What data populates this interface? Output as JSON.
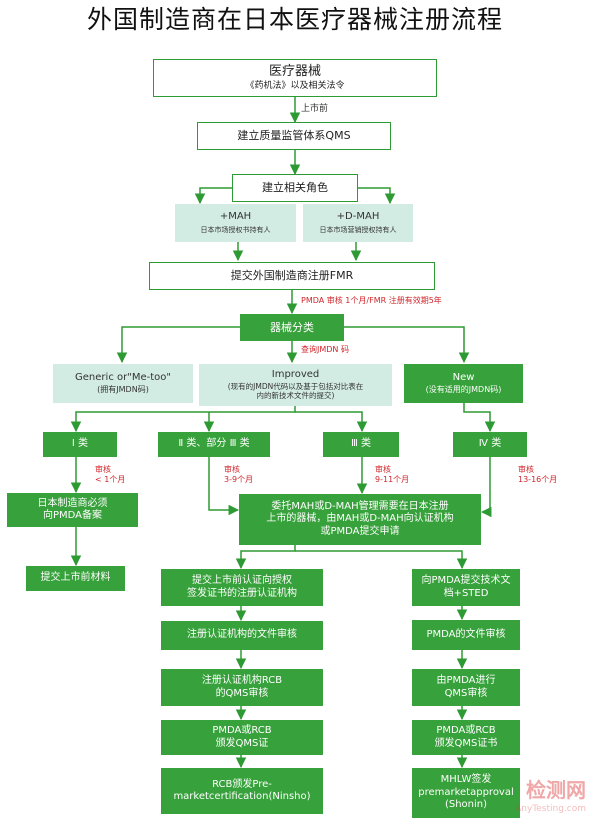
{
  "title": "外国制造商在日本医疗器械注册流程",
  "boxes": {
    "device": {
      "line1": "医疗器械",
      "line2": "《药机法》以及相关法令"
    },
    "qms": "建立质量监管体系QMS",
    "roles": "建立相关角色",
    "mah": {
      "line1": "+MAH",
      "line2": "日本市场授权书持有人"
    },
    "dmah": {
      "line1": "+D-MAH",
      "line2": "日本市场营销授权持有人"
    },
    "fmr": "提交外国制造商注册FMR",
    "classify": "器械分类",
    "generic": {
      "line1": "Generic or\"Me-too\"",
      "line2": "(拥有JMDN码)"
    },
    "improved": {
      "line1": "Improved",
      "line2": "(现有的JMDN代码以及基于包括对比表在",
      "line3": "内的新技术文件的提交)"
    },
    "new": {
      "line1": "New",
      "line2": "(没有适用的JMDN码)"
    },
    "class1": "Ⅰ 类",
    "class2": "Ⅱ 类、部分 Ⅲ 类",
    "class3": "Ⅲ 类",
    "class4": "Ⅳ 类",
    "notify": {
      "line1": "日本制造商必须",
      "line2": "向PMDA备案"
    },
    "premarket_docs": "提交上市前材料",
    "entrust": {
      "line1": "委托MAH或D-MAH管理需要在日本注册",
      "line2": "上市的器械，由MAH或D-MAH向认证机构",
      "line3": "或PMDA提交申请"
    },
    "left": [
      {
        "line1": "提交上市前认证向授权",
        "line2": "签发证书的注册认证机构"
      },
      {
        "line1": "注册认证机构的文件审核",
        "line2": ""
      },
      {
        "line1": "注册认证机构RCB",
        "line2": "的QMS审核"
      },
      {
        "line1": "PMDA或RCB",
        "line2": "颁发QMS证"
      },
      {
        "line1": "RCB颁发Pre-",
        "line2": "marketcertification(Ninsho)"
      }
    ],
    "right": [
      {
        "line1": "向PMDA提交技术文",
        "line2": "档+STED",
        "line3": ""
      },
      {
        "line1": "PMDA的文件审核",
        "line2": "",
        "line3": ""
      },
      {
        "line1": "由PMDA进行",
        "line2": "QMS审核",
        "line3": ""
      },
      {
        "line1": "PMDA或RCB",
        "line2": "颁发QMS证书",
        "line3": ""
      },
      {
        "line1": "MHLW签发",
        "line2": "premarketapproval",
        "line3": "(Shonin)"
      }
    ]
  },
  "notes": {
    "premarket": "上市前",
    "pmda_review": "PMDA 审核 1个月/FMR 注册有效期5年",
    "jmdn_check": "查询JMDN 码",
    "class1_review": {
      "line1": "审核",
      "line2": "< 1个月"
    },
    "class2_review": {
      "line1": "审核",
      "line2": "3-9个月"
    },
    "class3_review": {
      "line1": "审核",
      "line2": "9-11个月"
    },
    "class4_review": {
      "line1": "审核",
      "line2": "13-16个月"
    }
  },
  "watermark": {
    "line1": "检测网",
    "line2": "AnyTesting.com"
  },
  "colors": {
    "green": "#37a13b",
    "outline": "#2e9a33",
    "pale": "#d3ece3",
    "red_note": "#d0262b"
  }
}
